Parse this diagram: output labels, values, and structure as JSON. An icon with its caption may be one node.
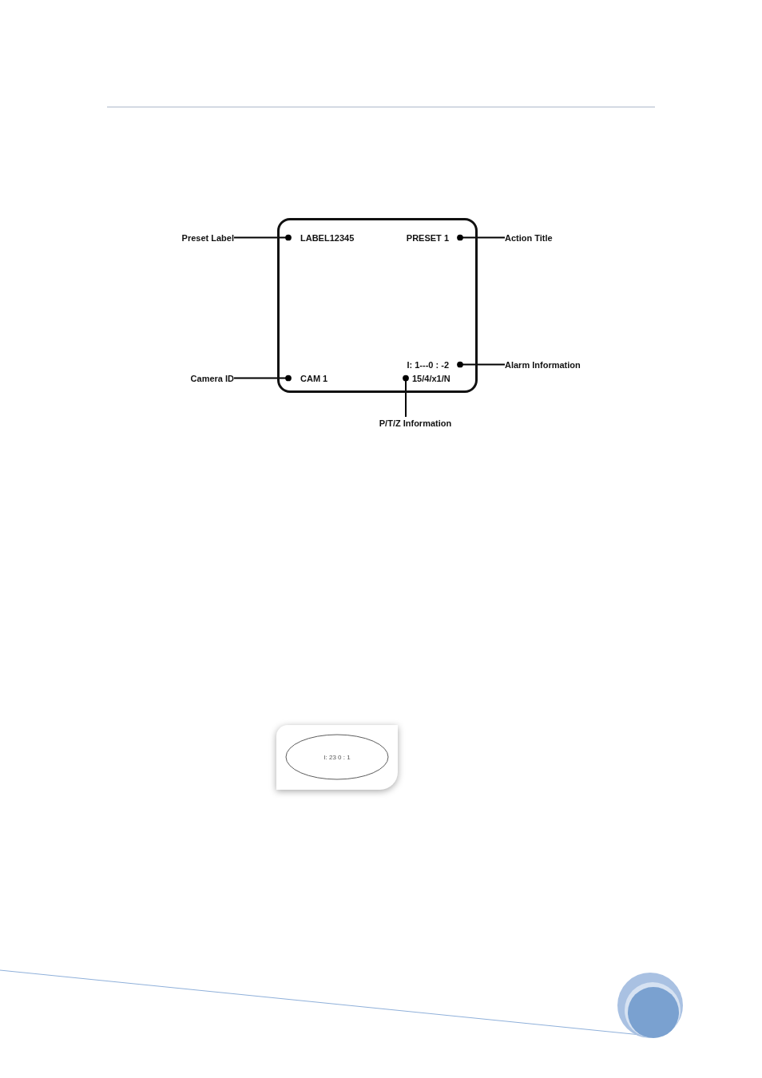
{
  "diagram": {
    "nodes": [
      {
        "text": [],
        "shape": "box"
      },
      {
        "text": [
          "Preset Label"
        ]
      },
      {
        "text": [
          "LABEL12345"
        ],
        "in": 0
      },
      {
        "text": [
          "PRESET 1"
        ],
        "in": 0
      },
      {
        "text": [
          "Action Title"
        ]
      },
      {
        "text": [
          "I: 1---0 : -2"
        ],
        "in": 0
      },
      {
        "text": [
          "Alarm Information"
        ]
      },
      {
        "text": [
          "Camera ID"
        ]
      },
      {
        "text": [
          "CAM 1"
        ],
        "in": 0
      },
      {
        "text": [
          "15/4/x1/N"
        ],
        "in": 0
      },
      {
        "text": [
          "P/T/Z Information"
        ]
      },
      {
        "text": [],
        "shape": "box"
      },
      {
        "text": [
          "I: 23 0 : 1"
        ],
        "in": 11
      }
    ],
    "edges": [
      {
        "from": 1,
        "to": 2,
        "arrow": "other"
      },
      {
        "from": 4,
        "to": 3,
        "arrow": "other"
      },
      {
        "from": 6,
        "to": 5,
        "arrow": "other"
      },
      {
        "from": 7,
        "to": 8,
        "arrow": "other"
      },
      {
        "from": 10,
        "to": 9,
        "arrow": "other"
      }
    ]
  }
}
